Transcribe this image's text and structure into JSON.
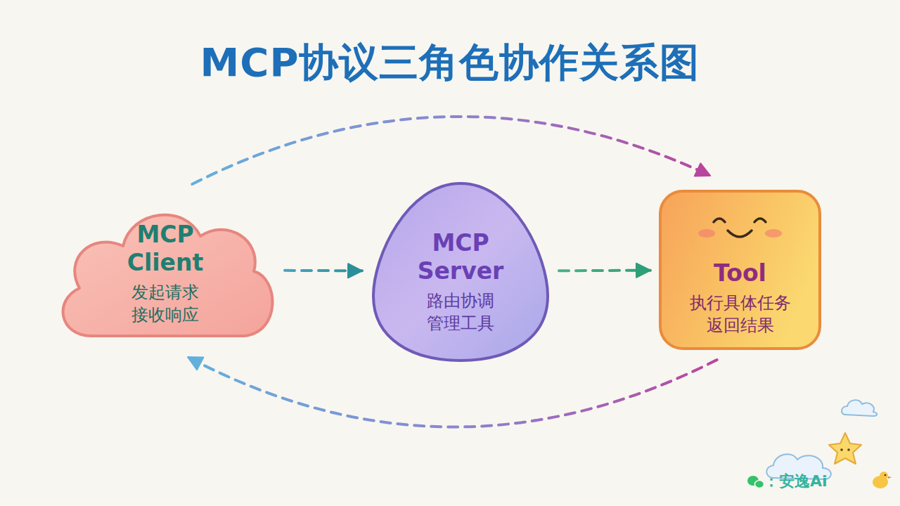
{
  "diagram": {
    "title": "MCP协议三角色协作关系图",
    "nodes": [
      {
        "text": [
          "MCP Client",
          "发起请求 接收响应"
        ]
      },
      {
        "text": [
          "MCP Server",
          "路由协调 管理工具"
        ]
      },
      {
        "text": [
          "Tool",
          "执行具体任务 返回结果"
        ]
      }
    ],
    "edges": [
      {
        "from": 0,
        "to": 1,
        "arrow": "to"
      },
      {
        "from": 1,
        "to": 2,
        "arrow": "to"
      },
      {
        "from": 0,
        "to": 2,
        "arrow": "to"
      },
      {
        "from": 2,
        "to": 0,
        "arrow": "to"
      }
    ],
    "labels": [
      "：安逸Ai"
    ]
  }
}
